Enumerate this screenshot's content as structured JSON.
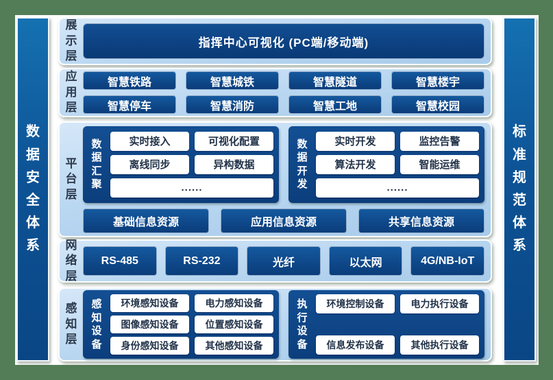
{
  "colors": {
    "background_green": "#537d56",
    "panel_light_blue": "#b6d4ef",
    "deep_blue": "#0d4788",
    "box_white": "#ffffff",
    "label_navy": "#2d3b4e"
  },
  "side_bars": {
    "left": "数据安全体系",
    "right": "标准规范体系"
  },
  "layers": [
    {
      "label": "展示层",
      "title": "指挥中心可视化 (PC端/移动端)"
    },
    {
      "label": "应用层",
      "buttons": [
        "智慧铁路",
        "智慧城铁",
        "智慧隧道",
        "智慧楼宇",
        "智慧停车",
        "智慧消防",
        "智慧工地",
        "智慧校园"
      ]
    },
    {
      "label": "平台层",
      "groups": [
        {
          "label": "数据汇聚",
          "items": [
            "实时接入",
            "可视化配置",
            "离线同步",
            "异构数据"
          ],
          "more": "......"
        },
        {
          "label": "数据开发",
          "items": [
            "实时开发",
            "监控告警",
            "算法开发",
            "智能运维"
          ],
          "more": "......"
        }
      ],
      "resources": [
        "基础信息资源",
        "应用信息资源",
        "共享信息资源"
      ]
    },
    {
      "label": "网络层",
      "buttons": [
        "RS-485",
        "RS-232",
        "光纤",
        "以太网",
        "4G/NB-IoT"
      ]
    },
    {
      "label": "感知层",
      "groups": [
        {
          "label": "感知设备",
          "items": [
            "环境感知设备",
            "电力感知设备",
            "图像感知设备",
            "位置感知设备",
            "身份感知设备",
            "其他感知设备"
          ]
        },
        {
          "label": "执行设备",
          "items": [
            "环境控制设备",
            "电力执行设备",
            "信息发布设备",
            "其他执行设备"
          ]
        }
      ]
    }
  ]
}
